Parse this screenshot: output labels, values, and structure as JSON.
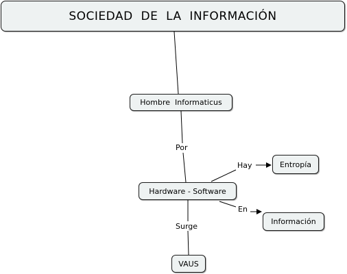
{
  "title": "SOCIEDAD  DE  LA  INFORMACIÓN",
  "nodes": {
    "hombre": "Hombre  Informaticus",
    "hardware": "Hardware - Software",
    "entropia": "Entropía",
    "informacion": "Información",
    "vaus": "VAUS"
  },
  "links": {
    "por": "Por",
    "hay": "Hay",
    "en": "En",
    "surge": "Surge"
  },
  "colors": {
    "node_fill": "#eef2f2",
    "node_border": "#1a1a1a",
    "line": "#000000"
  }
}
